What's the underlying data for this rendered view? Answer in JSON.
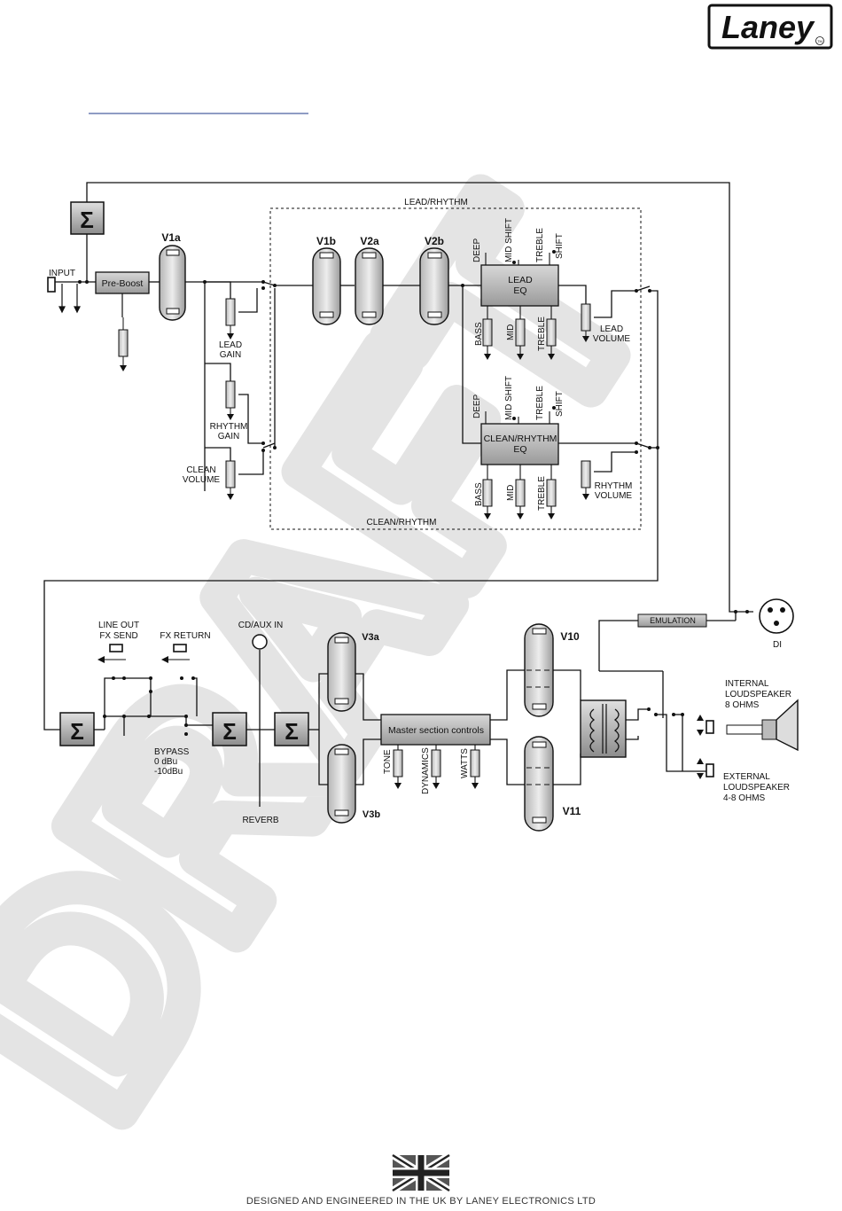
{
  "brand": {
    "name": "Laney",
    "tm": "TM"
  },
  "watermark": "DRAFT",
  "top_section": {
    "lead_rhythm_label": "LEAD/RHYTHM",
    "clean_rhythm_label": "CLEAN/RHYTHM",
    "sum_symbol": "Σ",
    "input_label": "INPUT",
    "preboost_label": "Pre-Boost",
    "tubes": {
      "v1a": "V1a",
      "v1b": "V1b",
      "v2a": "V2a",
      "v2b": "V2b"
    },
    "lead_gain": [
      "LEAD",
      "GAIN"
    ],
    "rhythm_gain": [
      "RHYTHM",
      "GAIN"
    ],
    "clean_volume": [
      "CLEAN",
      "VOLUME"
    ],
    "lead_eq": [
      "LEAD",
      "EQ"
    ],
    "clean_eq": [
      "CLEAN/RHYTHM",
      "EQ"
    ],
    "lead_volume": [
      "LEAD",
      "VOLUME"
    ],
    "rhythm_volume": [
      "RHYTHM",
      "VOLUME"
    ],
    "eq_top": {
      "deep": "DEEP",
      "mid_shift": "MID SHIFT",
      "treble": "TREBLE",
      "shift": "SHIFT"
    },
    "eq_bottom": {
      "bass": "BASS",
      "mid": "MID",
      "treble": "TREBLE"
    }
  },
  "bottom_section": {
    "line_out": [
      "LINE OUT",
      "FX SEND"
    ],
    "fx_return": "FX RETURN",
    "cd_aux": "CD/AUX IN",
    "bypass": [
      "BYPASS",
      "0 dBu",
      "-10dBu"
    ],
    "reverb": "REVERB",
    "tubes": {
      "v3a": "V3a",
      "v3b": "V3b",
      "v10": "V10",
      "v11": "V11"
    },
    "master": "Master section controls",
    "controls": {
      "tone": "TONE",
      "dynamics": "DYNAMICS",
      "watts": "WATTS"
    },
    "emulation": "EMULATION",
    "di": "DI",
    "internal": [
      "INTERNAL",
      "LOUDSPEAKER",
      "8 OHMS"
    ],
    "external": [
      "EXTERNAL",
      "LOUDSPEAKER",
      "4-8 OHMS"
    ]
  },
  "footer": "DESIGNED AND ENGINEERED IN THE UK BY LANEY ELECTRONICS LTD"
}
